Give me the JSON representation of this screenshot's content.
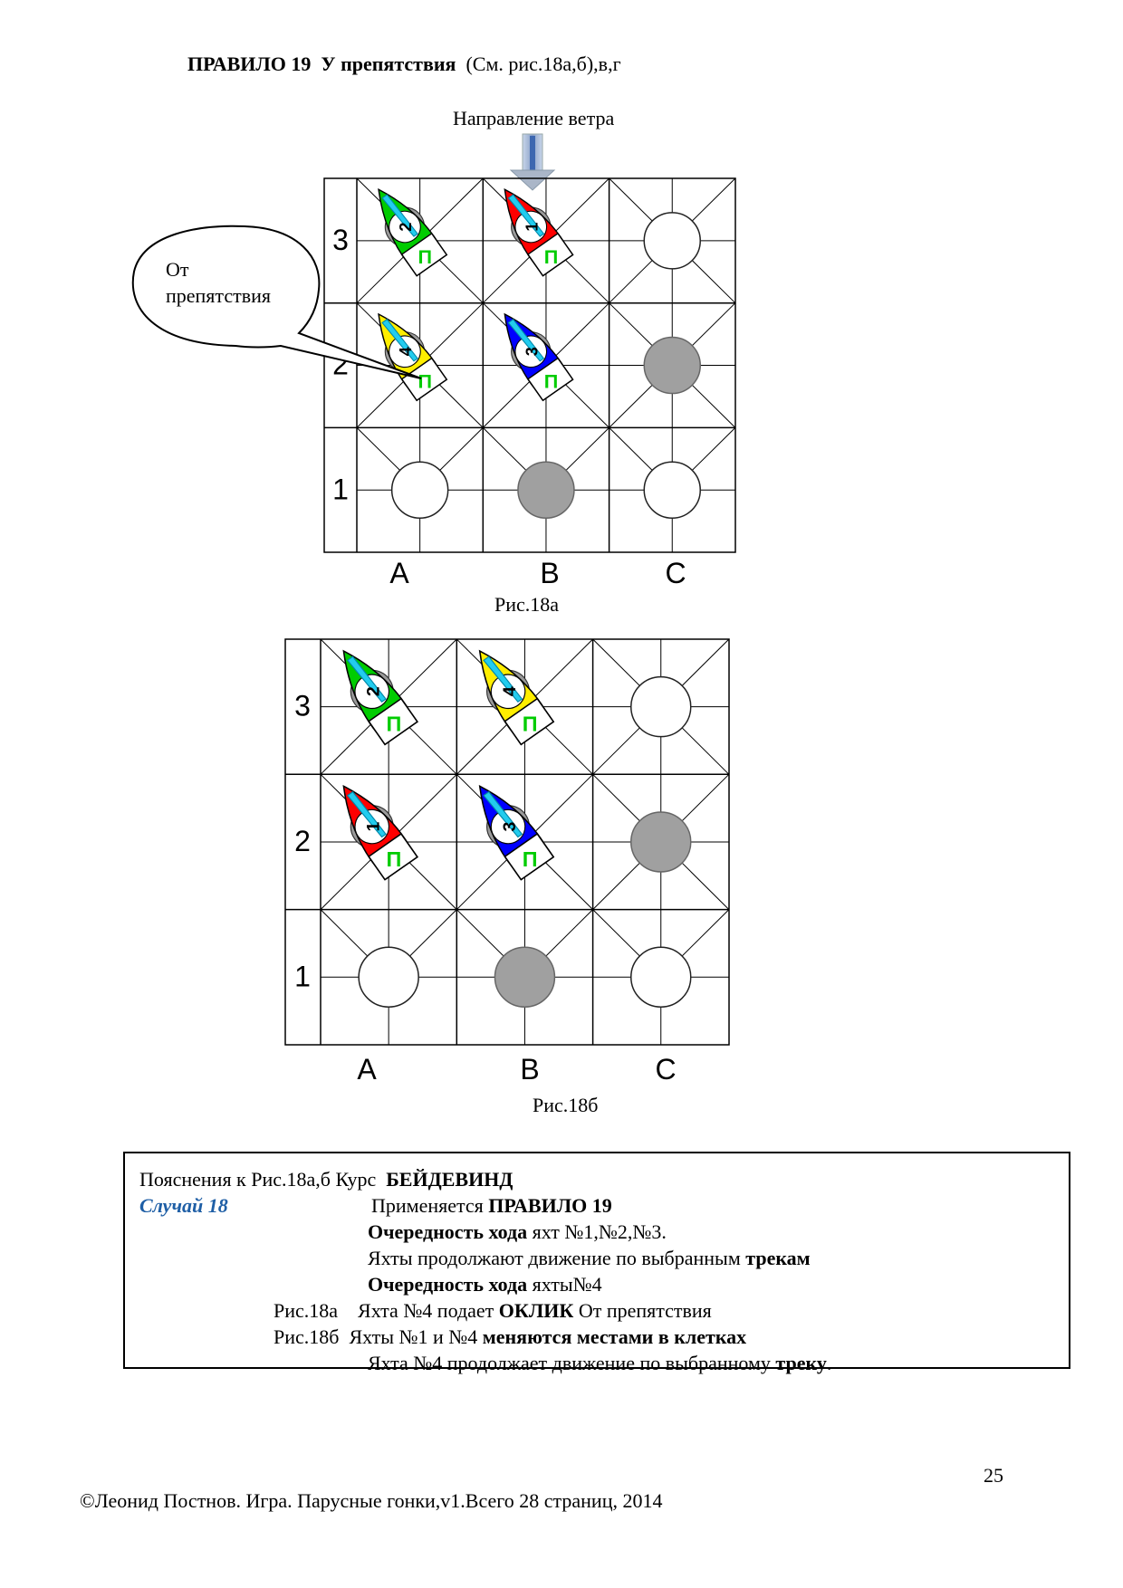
{
  "header": {
    "rule": "ПРАВИЛО 19",
    "obstacle": "У препятствия",
    "ref": "(См. рис.18а,б),в,г"
  },
  "wind": {
    "label": "Направление ветра"
  },
  "callout": {
    "line1": "От",
    "line2": "препятствия"
  },
  "board": {
    "columns": [
      "A",
      "B",
      "C"
    ],
    "rows": [
      "3",
      "2",
      "1"
    ]
  },
  "fig_a": {
    "caption": "Рис.18а",
    "yachts": [
      {
        "number": "2",
        "color": "#00cc00",
        "cell": "A3"
      },
      {
        "number": "1",
        "color": "#ff0000",
        "cell": "B3"
      },
      {
        "number": "4",
        "color": "#ffee00",
        "cell": "A2"
      },
      {
        "number": "3",
        "color": "#0000ff",
        "cell": "B2"
      }
    ]
  },
  "fig_b": {
    "caption": "Рис.18б",
    "yachts": [
      {
        "number": "2",
        "color": "#00cc00",
        "cell": "A3"
      },
      {
        "number": "4",
        "color": "#ffee00",
        "cell": "B3"
      },
      {
        "number": "1",
        "color": "#ff0000",
        "cell": "A2"
      },
      {
        "number": "3",
        "color": "#0000ff",
        "cell": "B2"
      }
    ]
  },
  "yacht_mark": "П",
  "explanation": {
    "line1_prefix": "Пояснения  к Рис.18а,б Курс",
    "line1_course": "БЕЙДЕВИНД",
    "case": "Случай 18",
    "applies_prefix": "Применяется",
    "applies_rule": "ПРАВИЛО 19",
    "order1_bold": "Очередность хода",
    "order1_rest": "яхт №1,№2,№3.",
    "continue_prefix": "Яхты продолжают движение по выбранным",
    "continue_bold": "трекам",
    "order2_bold": "Очередность хода",
    "order2_rest": "яхты№4",
    "fig_a_ref": "Рис.18а",
    "fig_a_prefix": "Яхта №4 подает",
    "fig_a_bold": "ОКЛИК",
    "fig_a_rest": "От препятствия",
    "fig_b_ref": "Рис.18б",
    "fig_b_prefix": "Яхты №1 и №4",
    "fig_b_bold": "меняются местами в клетках",
    "last_prefix": "Яхта №4 продолжает движение по выбранному",
    "last_bold": "треку",
    "last_dot": "."
  },
  "page_number": "25",
  "footer": "©Леонид Постнов. Игра. Парусные гонки,v1.Всего 28 страниц, 2014"
}
